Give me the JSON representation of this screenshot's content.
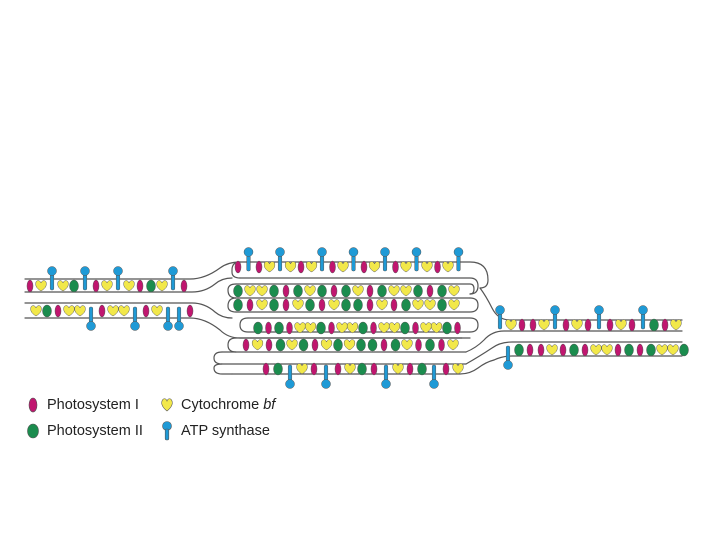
{
  "legend": {
    "photosystem_i": "Photosystem I",
    "photosystem_ii": "Photosystem II",
    "cytochrome_prefix": "Cytochrome ",
    "cytochrome_italic": "bf",
    "atp_synthase": "ATP synthase"
  },
  "colors": {
    "photosystem_i": "#c0166f",
    "photosystem_ii": "#1b8c4e",
    "cytochrome_bf": "#f2e84a",
    "atp_synthase": "#1f9ad6",
    "membrane": "#555555"
  },
  "icons": {
    "photosystem_i": "magenta-oval-icon",
    "photosystem_ii": "green-oval-icon",
    "cytochrome_bf": "yellow-heart-icon",
    "atp_synthase": "blue-lollipop-icon"
  }
}
